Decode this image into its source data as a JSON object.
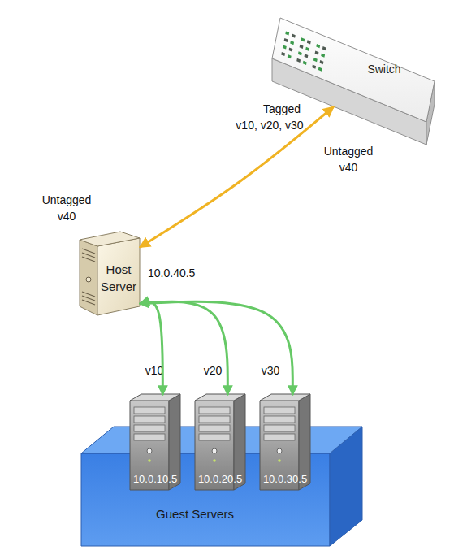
{
  "diagram": {
    "nodes": [
      {
        "text": [
          "Switch"
        ]
      },
      {
        "text": [
          "Host Server",
          "10.0.40.5"
        ]
      },
      {
        "text": [
          "Guest Servers"
        ]
      },
      {
        "text": [
          "10.0.10.5"
        ],
        "in": 2
      },
      {
        "text": [
          "10.0.20.5"
        ],
        "in": 2
      },
      {
        "text": [
          "10.0.30.5"
        ],
        "in": 2
      }
    ],
    "edges": [
      {
        "from": 0,
        "to": 1,
        "arrow": "both",
        "label": "Tagged v10, v20, v30"
      },
      {
        "from": 1,
        "to": 3,
        "arrow": "both",
        "label": "v10"
      },
      {
        "from": 1,
        "to": 4,
        "arrow": "both",
        "label": "v20"
      },
      {
        "from": 1,
        "to": 5,
        "arrow": "both",
        "label": "v30"
      }
    ],
    "labels": [
      "Untagged v40",
      "Untagged v40"
    ]
  }
}
